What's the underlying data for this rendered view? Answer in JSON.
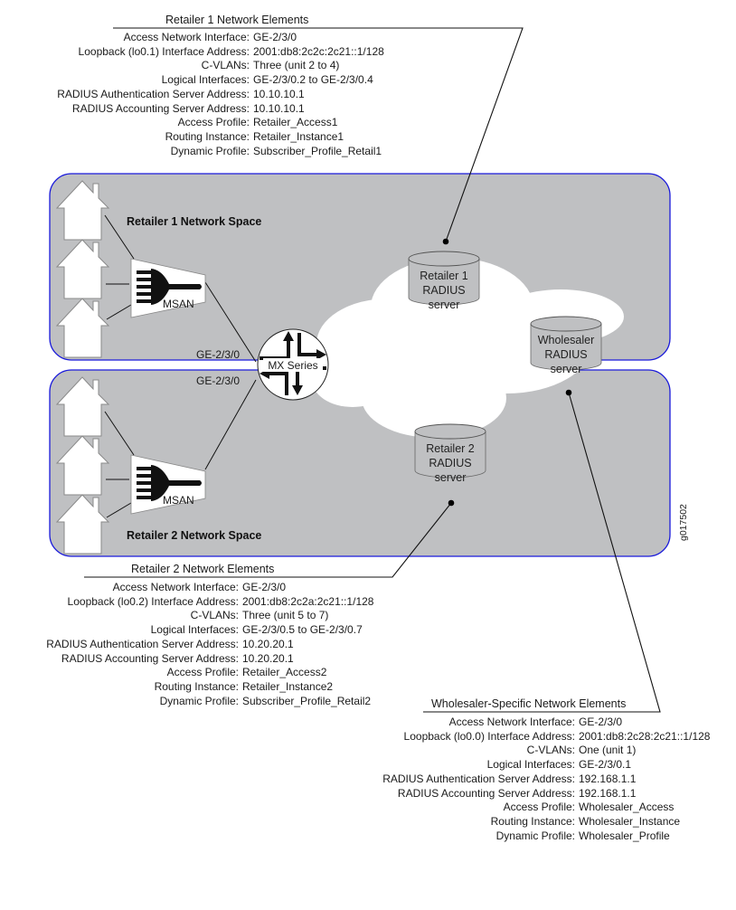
{
  "figure_id": "g017502",
  "colors": {
    "space_fill": "#bfc0c2",
    "space_border": "#1a1adb",
    "cloud_fill": "#ffffff",
    "line": "#111111"
  },
  "spaces": {
    "retailer1": {
      "title": "Retailer 1 Network Space"
    },
    "retailer2": {
      "title": "Retailer 2 Network Space"
    }
  },
  "devices": {
    "msan1": {
      "label": "MSAN",
      "icon": "msan-icon"
    },
    "msan2": {
      "label": "MSAN",
      "icon": "msan-icon"
    },
    "router": {
      "label": "MX Series",
      "icon": "router-icon"
    },
    "interface_upper": "GE-2/3/0",
    "interface_lower": "GE-2/3/0",
    "houses": [
      "house-icon",
      "house-icon",
      "house-icon",
      "house-icon",
      "house-icon",
      "house-icon"
    ]
  },
  "servers": {
    "retailer1": {
      "line1": "Retailer 1",
      "line2": "RADIUS",
      "line3": "server"
    },
    "retailer2": {
      "line1": "Retailer 2",
      "line2": "RADIUS",
      "line3": "server"
    },
    "wholesaler": {
      "line1": "Wholesaler",
      "line2": "RADIUS",
      "line3": "server"
    }
  },
  "retailer1_elements": {
    "title": "Retailer 1 Network Elements",
    "rows": [
      {
        "k": "Access Network Interface:",
        "v": "GE-2/3/0"
      },
      {
        "k": "Loopback (lo0.1) Interface Address:",
        "v": "2001:db8:2c2c:2c21::1/128"
      },
      {
        "k": "C-VLANs:",
        "v": "Three (unit 2 to 4)"
      },
      {
        "k": "Logical Interfaces:",
        "v": "GE-2/3/0.2 to GE-2/3/0.4"
      },
      {
        "k": "RADIUS Authentication Server Address:",
        "v": "10.10.10.1"
      },
      {
        "k": "RADIUS Accounting Server Address:",
        "v": "10.10.10.1"
      },
      {
        "k": "Access Profile:",
        "v": "Retailer_Access1"
      },
      {
        "k": "Routing Instance:",
        "v": "Retailer_Instance1"
      },
      {
        "k": "Dynamic Profile:",
        "v": "Subscriber_Profile_Retail1"
      }
    ]
  },
  "retailer2_elements": {
    "title": "Retailer 2 Network Elements",
    "rows": [
      {
        "k": "Access Network Interface:",
        "v": "GE-2/3/0"
      },
      {
        "k": "Loopback (lo0.2) Interface Address:",
        "v": "2001:db8:2c2a:2c21::1/128"
      },
      {
        "k": "C-VLANs:",
        "v": "Three (unit 5 to 7)"
      },
      {
        "k": "Logical Interfaces:",
        "v": "GE-2/3/0.5 to GE-2/3/0.7"
      },
      {
        "k": "RADIUS Authentication Server Address:",
        "v": "10.20.20.1"
      },
      {
        "k": "RADIUS Accounting Server Address:",
        "v": "10.20.20.1"
      },
      {
        "k": "Access Profile:",
        "v": "Retailer_Access2"
      },
      {
        "k": "Routing Instance:",
        "v": "Retailer_Instance2"
      },
      {
        "k": "Dynamic Profile:",
        "v": "Subscriber_Profile_Retail2"
      }
    ]
  },
  "wholesaler_elements": {
    "title": "Wholesaler-Specific Network Elements",
    "rows": [
      {
        "k": "Access Network Interface:",
        "v": "GE-2/3/0"
      },
      {
        "k": "Loopback (lo0.0) Interface Address:",
        "v": "2001:db8:2c28:2c21::1/128"
      },
      {
        "k": "C-VLANs:",
        "v": "One (unit 1)"
      },
      {
        "k": "Logical Interfaces:",
        "v": "GE-2/3/0.1"
      },
      {
        "k": "RADIUS Authentication Server Address:",
        "v": "192.168.1.1"
      },
      {
        "k": "RADIUS Accounting Server Address:",
        "v": "192.168.1.1"
      },
      {
        "k": "Access Profile:",
        "v": "Wholesaler_Access"
      },
      {
        "k": "Routing Instance:",
        "v": "Wholesaler_Instance"
      },
      {
        "k": "Dynamic Profile:",
        "v": "Wholesaler_Profile"
      }
    ]
  }
}
